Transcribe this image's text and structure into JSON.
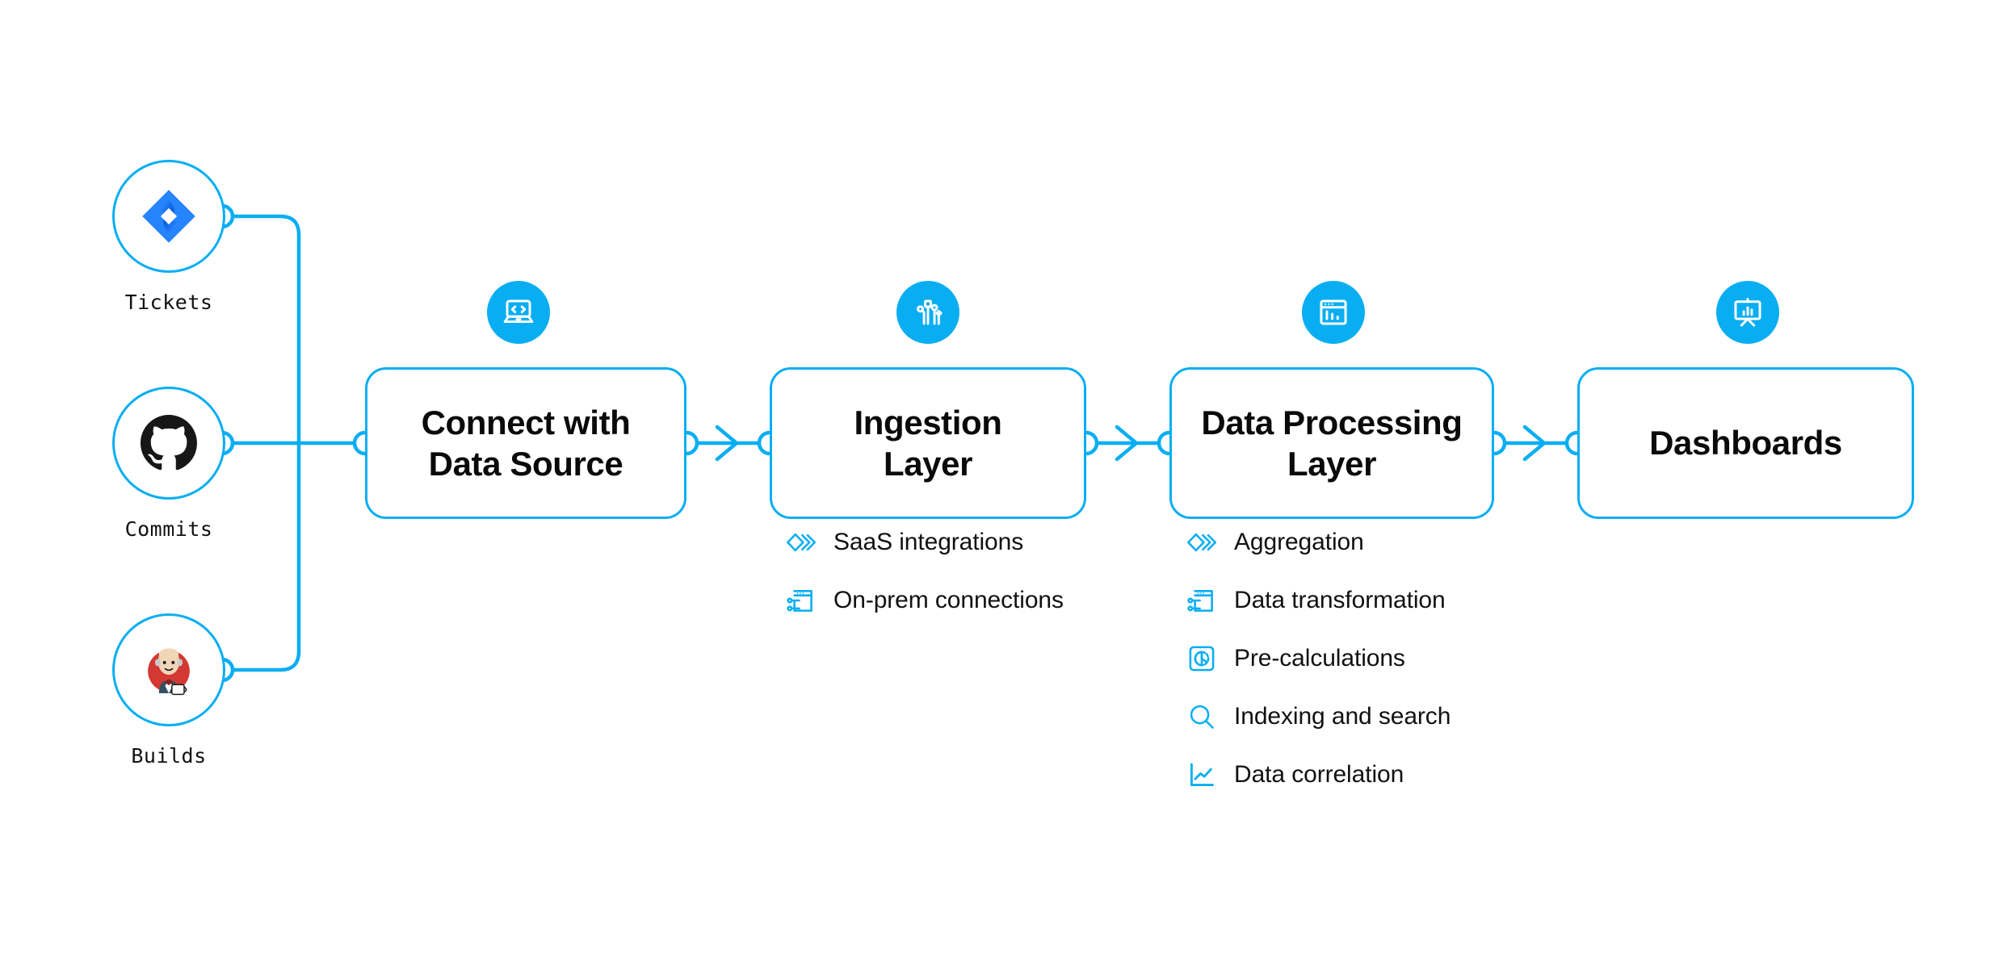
{
  "theme": {
    "accent": "#09AEF2",
    "text": "#111111",
    "background": "#FFFFFF",
    "jira_blue": "#2684FF",
    "github_black": "#181717",
    "jenkins_red": "#D33833"
  },
  "sources": [
    {
      "id": "tickets",
      "label": "Tickets",
      "icon": "jira-icon"
    },
    {
      "id": "commits",
      "label": "Commits",
      "icon": "github-icon"
    },
    {
      "id": "builds",
      "label": "Builds",
      "icon": "jenkins-icon"
    }
  ],
  "stages": [
    {
      "id": "connect",
      "title": "Connect with\nData Source",
      "badge_icon": "laptop-code-icon",
      "features": []
    },
    {
      "id": "ingestion",
      "title": "Ingestion\nLayer",
      "badge_icon": "circuit-nodes-icon",
      "features": [
        {
          "label": "SaaS integrations",
          "icon": "layered-chevrons-icon"
        },
        {
          "label": "On-prem connections",
          "icon": "window-sliders-icon"
        }
      ]
    },
    {
      "id": "processing",
      "title": "Data Processing\nLayer",
      "badge_icon": "window-barchart-icon",
      "features": [
        {
          "label": "Aggregation",
          "icon": "layered-chevrons-icon"
        },
        {
          "label": "Data transformation",
          "icon": "window-sliders-icon"
        },
        {
          "label": "Pre-calculations",
          "icon": "gauge-square-icon"
        },
        {
          "label": "Indexing and search",
          "icon": "magnifier-icon"
        },
        {
          "label": "Data correlation",
          "icon": "line-chart-icon"
        }
      ]
    },
    {
      "id": "dashboards",
      "title": "Dashboards",
      "badge_icon": "presentation-chart-icon",
      "features": []
    }
  ]
}
